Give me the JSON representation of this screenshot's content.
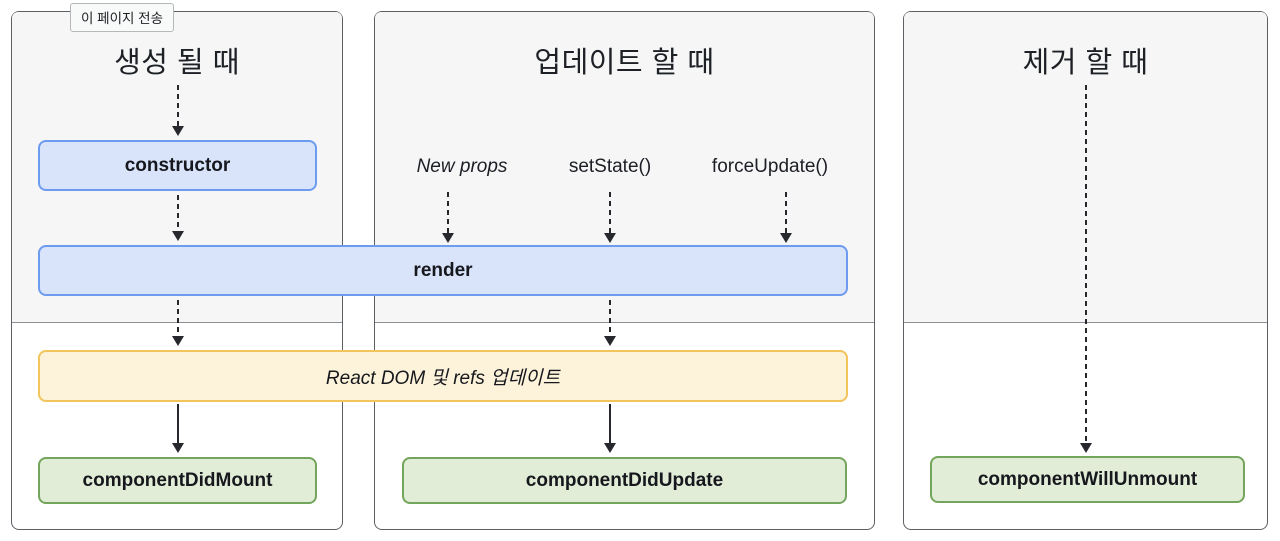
{
  "tooltip": {
    "label": "이 페이지 전송"
  },
  "columns": [
    {
      "id": "mount",
      "title": "생성 될 때"
    },
    {
      "id": "update",
      "title": "업데이트 할 때",
      "triggers": [
        "New props",
        "setState()",
        "forceUpdate()"
      ]
    },
    {
      "id": "unmount",
      "title": "제거 할 때"
    }
  ],
  "nodes": {
    "ctor": "constructor",
    "render": "render",
    "react_dom": "React DOM 및 refs 업데이트",
    "did_mount": "componentDidMount",
    "did_update": "componentDidUpdate",
    "will_unmount": "componentWillUnmount"
  },
  "colors": {
    "arrow": "#26282e",
    "blue-fill": "#d9e4fb",
    "blue-border": "#6c9bf0",
    "yellow-fill": "#fdf3da",
    "yellow-border": "#f3c35c",
    "green-fill": "#e2edd8",
    "green-border": "#74a55c",
    "panel-border": "#5c6065",
    "panel-top-bg": "#f6f6f7",
    "divider": "#8c8f93",
    "text": "#1d2025",
    "tooltip-bg": "#f8f9f9",
    "tooltip-border": "#b5b8ba"
  }
}
